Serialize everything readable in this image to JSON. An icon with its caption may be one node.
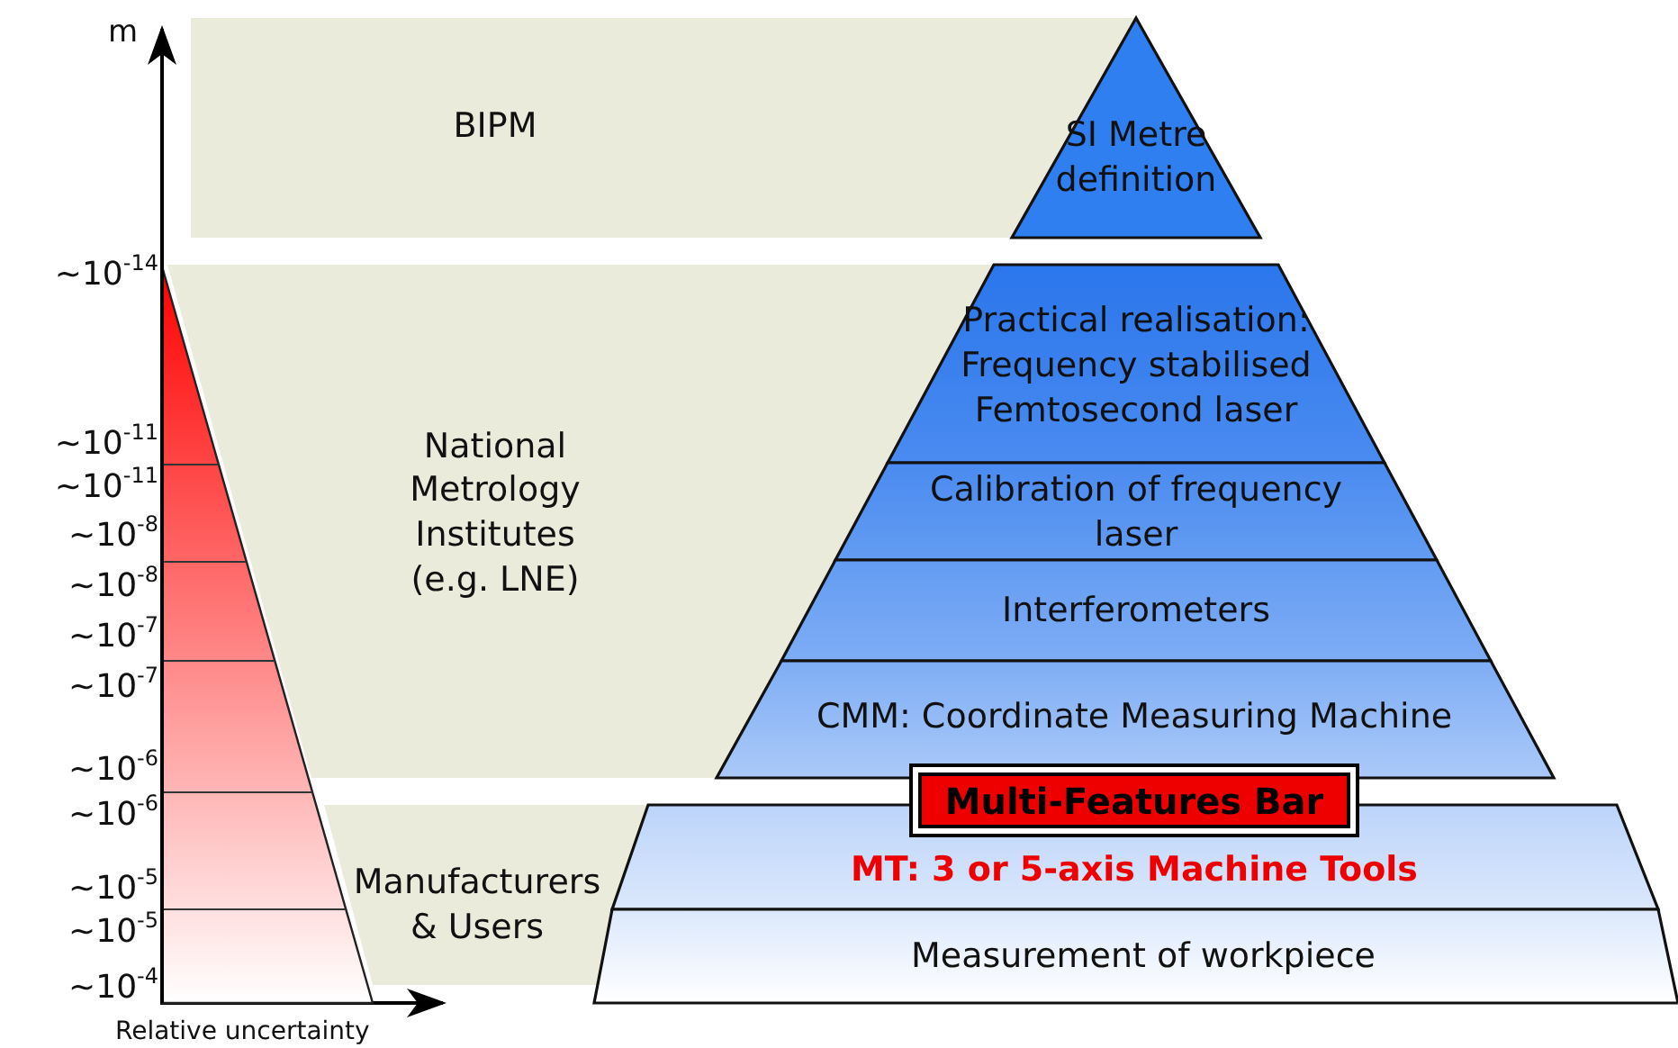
{
  "diagram": {
    "nodes": [
      {
        "text": [
          "BIPM"
        ]
      },
      {
        "text": [
          "SI Metre definition"
        ]
      },
      {
        "text": [
          "National Metrology Institutes (e.g. LNE)"
        ]
      },
      {
        "text": [
          "Practical realisation: Frequency stabilised Femtosecond laser"
        ]
      },
      {
        "text": [
          "Calibration of frequency laser"
        ]
      },
      {
        "text": [
          "Interferometers"
        ]
      },
      {
        "text": [
          "CMM: Coordinate Measuring Machine"
        ]
      },
      {
        "text": [
          "Multi-Features Bar"
        ]
      },
      {
        "text": [
          "Manufacturers & Users"
        ]
      },
      {
        "text": [
          "MT: 3 or 5-axis Machine Tools"
        ]
      },
      {
        "text": [
          "Measurement of workpiece"
        ]
      }
    ],
    "edges": [],
    "labels": [
      "m",
      "~10$^{-14}$",
      "~10$^{-11}$",
      "~10$^{-11}$",
      "~10$^{-8}$",
      "~10$^{-8}$",
      "~10$^{-7}$",
      "~10$^{-7}$",
      "~10$^{-6}$",
      "~10$^{-6}$",
      "~10$^{-5}$",
      "~10$^{-5}$",
      "~10$^{-4}$",
      "Relative uncertainty"
    ]
  }
}
